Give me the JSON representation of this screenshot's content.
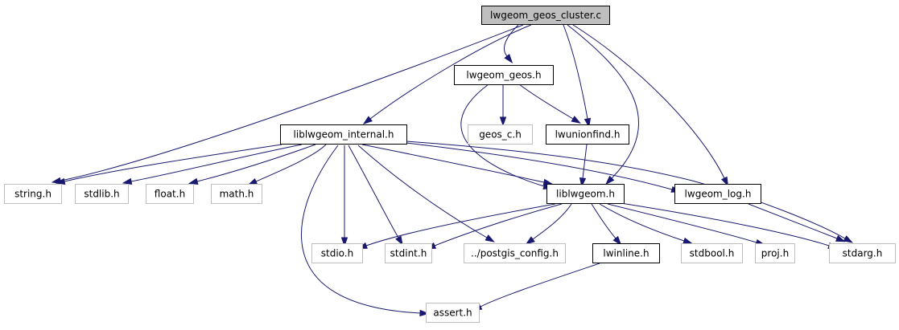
{
  "diagram": {
    "title": "lwgeom_geos_cluster.c include dependency graph",
    "colors": {
      "edge": "#191970",
      "root_fill": "#bfbfbf",
      "root_border": "#000000",
      "documented_border": "#000000",
      "external_border": "#bfbfbf",
      "node_fill": "#ffffff"
    },
    "nodes": [
      {
        "id": "root",
        "label": "lwgeom_geos_cluster.c",
        "kind": "root"
      },
      {
        "id": "lwgeom_geos",
        "label": "lwgeom_geos.h",
        "kind": "documented"
      },
      {
        "id": "liblwgeom_internal",
        "label": "liblwgeom_internal.h",
        "kind": "documented"
      },
      {
        "id": "geos_c",
        "label": "geos_c.h",
        "kind": "external"
      },
      {
        "id": "lwunionfind",
        "label": "lwunionfind.h",
        "kind": "documented"
      },
      {
        "id": "string",
        "label": "string.h",
        "kind": "external"
      },
      {
        "id": "stdlib",
        "label": "stdlib.h",
        "kind": "external"
      },
      {
        "id": "float",
        "label": "float.h",
        "kind": "external"
      },
      {
        "id": "math",
        "label": "math.h",
        "kind": "external"
      },
      {
        "id": "liblwgeom",
        "label": "liblwgeom.h",
        "kind": "documented"
      },
      {
        "id": "lwgeom_log",
        "label": "lwgeom_log.h",
        "kind": "documented"
      },
      {
        "id": "stdio",
        "label": "stdio.h",
        "kind": "external"
      },
      {
        "id": "stdint",
        "label": "stdint.h",
        "kind": "external"
      },
      {
        "id": "postgis_config",
        "label": "../postgis_config.h",
        "kind": "external"
      },
      {
        "id": "lwinline",
        "label": "lwinline.h",
        "kind": "documented"
      },
      {
        "id": "stdbool",
        "label": "stdbool.h",
        "kind": "external"
      },
      {
        "id": "proj",
        "label": "proj.h",
        "kind": "external"
      },
      {
        "id": "stdarg",
        "label": "stdarg.h",
        "kind": "external"
      },
      {
        "id": "assert",
        "label": "assert.h",
        "kind": "external"
      }
    ],
    "edges": [
      {
        "from": "root",
        "to": "lwgeom_geos"
      },
      {
        "from": "root",
        "to": "liblwgeom_internal"
      },
      {
        "from": "root",
        "to": "string"
      },
      {
        "from": "root",
        "to": "lwunionfind"
      },
      {
        "from": "root",
        "to": "liblwgeom"
      },
      {
        "from": "root",
        "to": "lwgeom_log"
      },
      {
        "from": "lwgeom_geos",
        "to": "geos_c"
      },
      {
        "from": "lwgeom_geos",
        "to": "lwunionfind"
      },
      {
        "from": "lwgeom_geos",
        "to": "liblwgeom"
      },
      {
        "from": "liblwgeom_internal",
        "to": "string"
      },
      {
        "from": "liblwgeom_internal",
        "to": "stdlib"
      },
      {
        "from": "liblwgeom_internal",
        "to": "float"
      },
      {
        "from": "liblwgeom_internal",
        "to": "math"
      },
      {
        "from": "liblwgeom_internal",
        "to": "liblwgeom"
      },
      {
        "from": "liblwgeom_internal",
        "to": "lwgeom_log"
      },
      {
        "from": "liblwgeom_internal",
        "to": "stdio"
      },
      {
        "from": "liblwgeom_internal",
        "to": "stdint"
      },
      {
        "from": "liblwgeom_internal",
        "to": "postgis_config"
      },
      {
        "from": "liblwgeom_internal",
        "to": "assert"
      },
      {
        "from": "liblwgeom_internal",
        "to": "stdarg"
      },
      {
        "from": "lwunionfind",
        "to": "liblwgeom"
      },
      {
        "from": "liblwgeom",
        "to": "stdio"
      },
      {
        "from": "liblwgeom",
        "to": "stdint"
      },
      {
        "from": "liblwgeom",
        "to": "postgis_config"
      },
      {
        "from": "liblwgeom",
        "to": "lwinline"
      },
      {
        "from": "liblwgeom",
        "to": "stdbool"
      },
      {
        "from": "liblwgeom",
        "to": "proj"
      },
      {
        "from": "liblwgeom",
        "to": "stdarg"
      },
      {
        "from": "lwgeom_log",
        "to": "stdarg"
      },
      {
        "from": "lwinline",
        "to": "assert"
      }
    ]
  }
}
